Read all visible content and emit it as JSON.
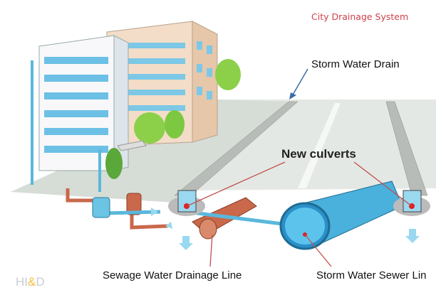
{
  "title": "City Drainage System",
  "labels": {
    "storm_water_drain": "Storm Water Drain",
    "new_culverts": "New culverts",
    "sewage_line": "Sewage Water Drainage Line",
    "storm_sewer_line": "Storm Water Sewer Lin"
  },
  "logo": {
    "left": "HI",
    "amp": "&",
    "right": "D"
  },
  "colors": {
    "title": "#d0404c",
    "road": "#e4e8e4",
    "water": "#3aa8d8",
    "sewage": "#c9684a",
    "callout_line": "#c0504d",
    "arrow": "#3a6aa8"
  }
}
